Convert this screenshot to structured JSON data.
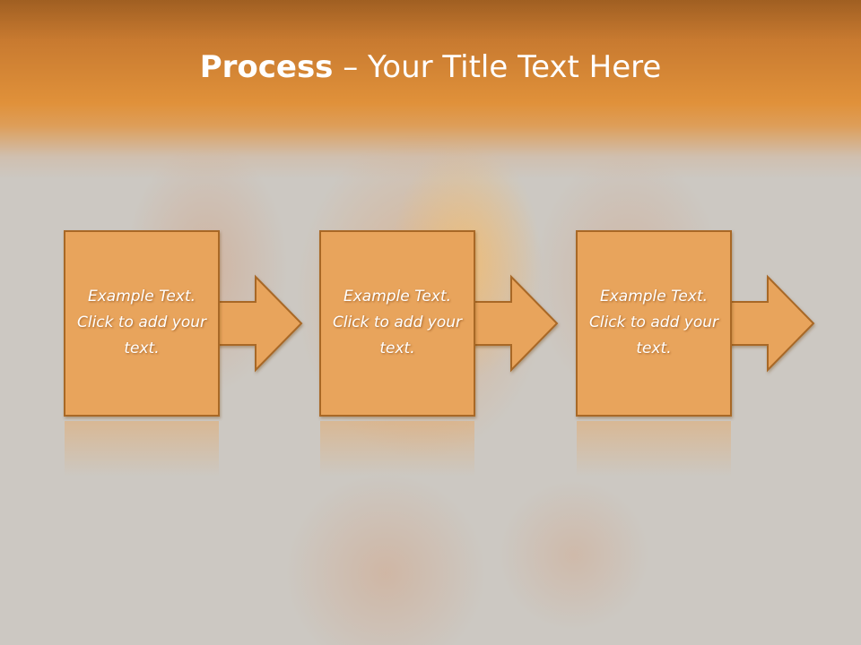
{
  "slide": {
    "title_bold": "Process",
    "title_rest": " – Your Title Text Here",
    "steps": [
      {
        "text": "Example Text. Click  to add your text."
      },
      {
        "text": "Example Text. Click  to add your text."
      },
      {
        "text": "Example Text. Click  to add your text."
      }
    ]
  },
  "colors": {
    "header_orange": "#e0913a",
    "box_fill": "#e8a45c",
    "box_border": "#a86828",
    "background": "#ccc8c2"
  },
  "icons": [
    "right-arrow-icon"
  ]
}
